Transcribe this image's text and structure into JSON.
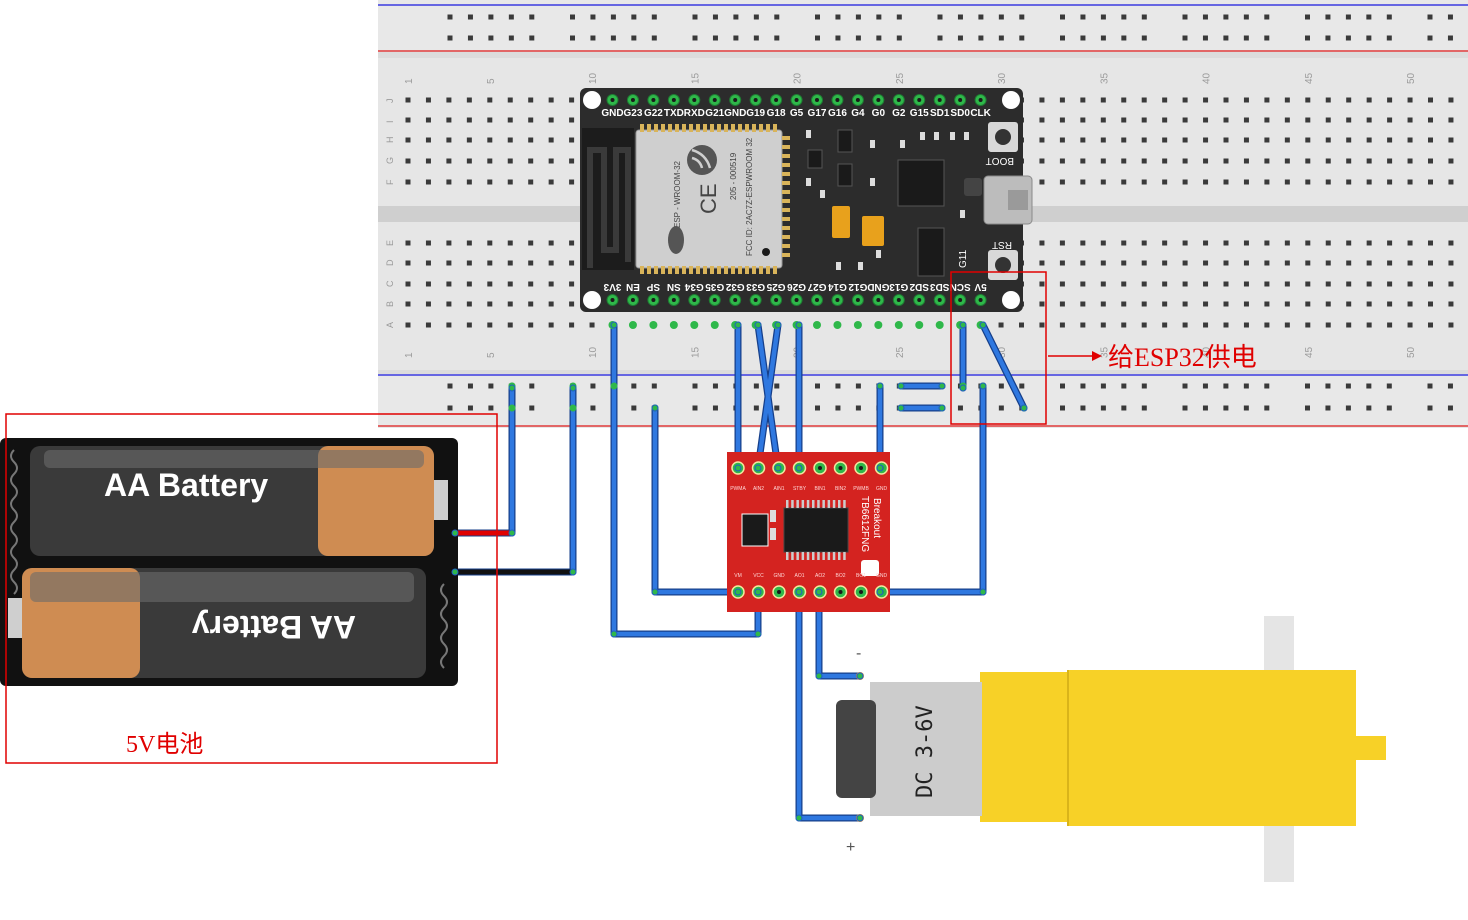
{
  "breadboard": {
    "columns_top": [
      "1",
      "5",
      "10",
      "15",
      "20",
      "25",
      "30",
      "35",
      "40",
      "45",
      "50"
    ],
    "columns_bottom": [
      "1",
      "5",
      "10",
      "15",
      "20",
      "25",
      "30",
      "35",
      "40",
      "45",
      "50"
    ],
    "rows_top": [
      "J",
      "I",
      "H",
      "G",
      "F"
    ],
    "rows_bottom": [
      "E",
      "D",
      "C",
      "B",
      "A"
    ]
  },
  "esp32": {
    "top_pin_labels": [
      "GND",
      "G23",
      "G22",
      "TXD",
      "RXD",
      "G21",
      "GND",
      "G19",
      "G18",
      "G5",
      "G17",
      "G16",
      "G4",
      "G0",
      "G2",
      "G15",
      "SD1",
      "SD0",
      "CLK"
    ],
    "bottom_pin_labels": [
      "3V3",
      "EN",
      "SP",
      "SN",
      "G34",
      "G35",
      "G32",
      "G33",
      "G25",
      "G26",
      "G27",
      "G14",
      "G12",
      "GND",
      "G13",
      "SD2",
      "SD3",
      "SCN",
      "5V"
    ],
    "module_text": [
      "ESP - WROOM-32",
      "205 - 000519",
      "FCC ID: 2AC7Z-ESPWROOM 32"
    ],
    "boot_label": "BOOT",
    "rst_label": "RST",
    "g11_label": "G11"
  },
  "driver": {
    "name_lines": [
      "TB6612FNG",
      "Breakout"
    ],
    "top_pins": [
      "PWMA",
      "AIN2",
      "AIN1",
      "STBY",
      "BIN1",
      "BIN2",
      "PWMB",
      "GND"
    ],
    "bottom_pins": [
      "VM",
      "VCC",
      "GND",
      "AO1",
      "AO2",
      "BO2",
      "BO1",
      "GND"
    ]
  },
  "battery": {
    "label_top": "AA Battery",
    "label_bottom": "AA Battery",
    "annotation": "5V电池"
  },
  "motor": {
    "label": "DC 3-6V",
    "minus": "-",
    "plus": "+"
  },
  "annotations": {
    "power_esp32": "给ESP32供电"
  },
  "colors": {
    "wire": "#1f5fc4",
    "wire_outline": "#163f8a",
    "annotation_red": "#e00000",
    "driver_board": "#d42320",
    "esp32_board": "#2c2c2c",
    "pin_green": "#2fb84a",
    "motor_yellow": "#f7d127",
    "battery_copper": "#cf8c52"
  }
}
